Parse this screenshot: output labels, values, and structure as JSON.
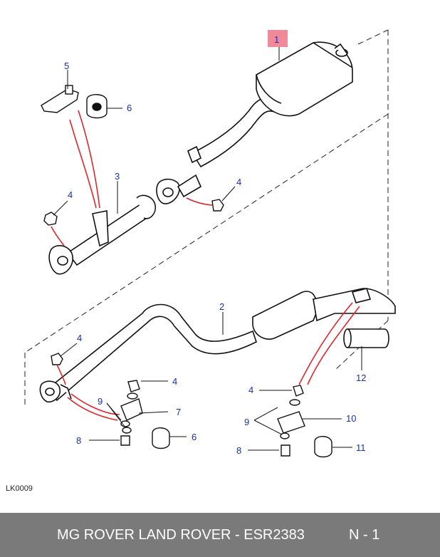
{
  "callouts": {
    "c1": "1",
    "c2": "2",
    "c3": "3",
    "c4a": "4",
    "c4b": "4",
    "c4c": "4",
    "c4d": "4",
    "c4e": "4",
    "c5": "5",
    "c6a": "6",
    "c6b": "6",
    "c7": "7",
    "c8a": "8",
    "c8b": "8",
    "c9a": "9",
    "c9b": "9",
    "c10": "10",
    "c11": "11",
    "c12": "12"
  },
  "reference_code": "LK0009",
  "footer": {
    "title": "MG ROVER LAND ROVER - ESR2383",
    "page": "N - 1"
  },
  "colors": {
    "callout_text": "#1a2fb4",
    "leader_red": "#e0262a",
    "highlight": "#f08a9a",
    "footer_bg": "#7a7a7a"
  }
}
